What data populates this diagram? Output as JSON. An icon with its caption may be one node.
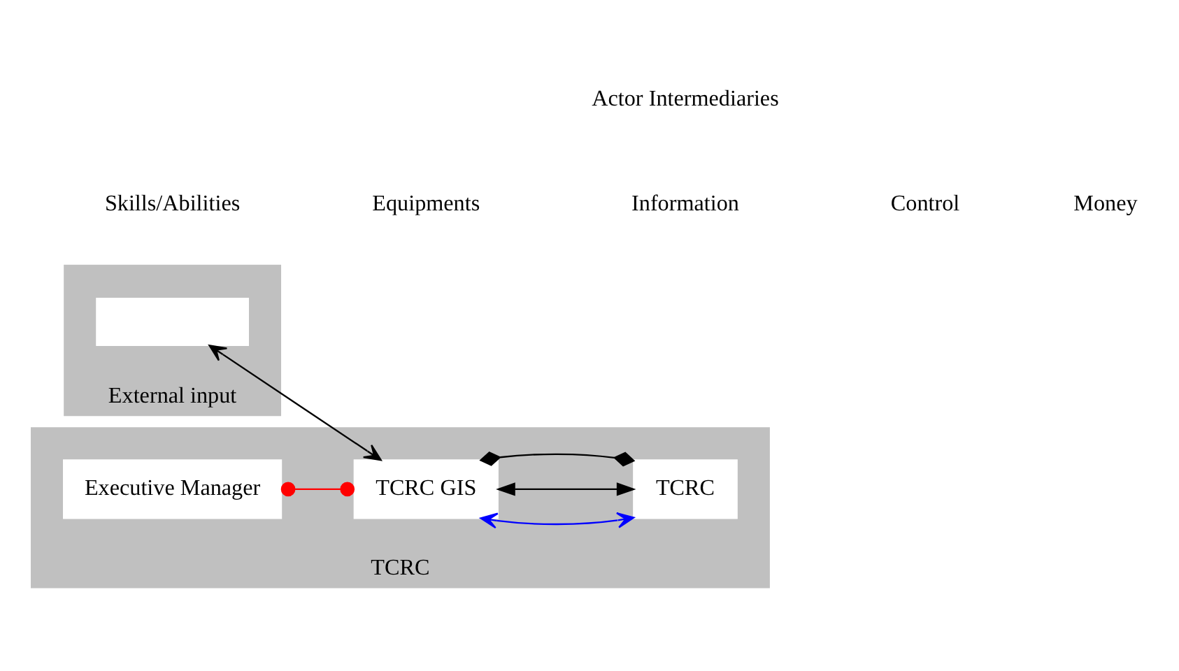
{
  "diagram": {
    "nodes": [
      {
        "text": [
          "External input"
        ]
      },
      {
        "text": [
          "TCRC"
        ]
      },
      {
        "text": [],
        "shape": "box",
        "in": 0
      },
      {
        "text": [
          "Executive Manager"
        ],
        "in": 1
      },
      {
        "text": [
          "TCRC GIS"
        ],
        "in": 1
      },
      {
        "text": [
          "TCRC"
        ],
        "in": 1
      }
    ],
    "edges": [
      {
        "from": 2,
        "to": 4,
        "arrow": "both"
      },
      {
        "from": 3,
        "to": 4,
        "arrow": "other",
        "color": "#ff0000"
      },
      {
        "from": 4,
        "to": 5,
        "arrow": "both",
        "color": "#0000ff"
      },
      {
        "from": 4,
        "to": 5,
        "arrow": "both"
      },
      {
        "from": 4,
        "to": 5,
        "arrow": "other"
      }
    ],
    "labels": [
      "Actor Intermediaries"
    ],
    "legend": [
      {
        "text": "Skills/Abilities"
      },
      {
        "text": "Equipments"
      },
      {
        "text": "Information"
      },
      {
        "text": "Control"
      },
      {
        "text": "Money"
      }
    ]
  }
}
